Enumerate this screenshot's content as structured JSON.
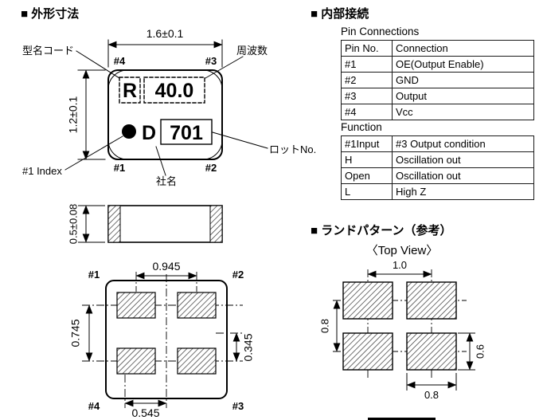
{
  "page": {
    "outline_title": "■ 外形寸法",
    "internal_title": "■ 内部接続",
    "land_title": "■ ランドパターン（参考）",
    "land_subtitle": "〈Top View〉"
  },
  "top_view": {
    "dim_width": "1.6±0.1",
    "dim_height": "1.2±0.1",
    "pin_top_left": "#4",
    "pin_top_right": "#3",
    "pin_bottom_left": "#1",
    "pin_bottom_right": "#2",
    "mark_code": "R",
    "mark_frequency": "40.0",
    "mark_company": "D",
    "mark_lot": "701",
    "callout_model_code": "型名コード",
    "callout_frequency": "周波数",
    "callout_lot": "ロットNo.",
    "callout_company": "社名",
    "callout_index": "#1 Index"
  },
  "side_view": {
    "dim_thickness": "0.5±0.08"
  },
  "bottom_view": {
    "dim_top": "0.945",
    "dim_left": "0.745",
    "dim_right": "0.345",
    "dim_bottom": "0.545",
    "pin_top_left": "#1",
    "pin_top_right": "#2",
    "pin_bottom_left": "#4",
    "pin_bottom_right": "#3"
  },
  "pin_connections": {
    "title": "Pin Connections",
    "headers": [
      "Pin No.",
      "Connection"
    ],
    "rows": [
      [
        "#1",
        "OE(Output Enable)"
      ],
      [
        "#2",
        "GND"
      ],
      [
        "#3",
        "Output"
      ],
      [
        "#4",
        "Vcc"
      ]
    ]
  },
  "function_table": {
    "title": "Function",
    "headers": [
      "#1Input",
      "#3 Output condition"
    ],
    "rows": [
      [
        "H",
        "Oscillation out"
      ],
      [
        "Open",
        "Oscillation out"
      ],
      [
        "L",
        "High Z"
      ]
    ]
  },
  "land_pattern": {
    "dim_pitch_x": "1.0",
    "dim_pitch_y": "0.8",
    "dim_pad_height": "0.6",
    "dim_pad_width": "0.8"
  }
}
